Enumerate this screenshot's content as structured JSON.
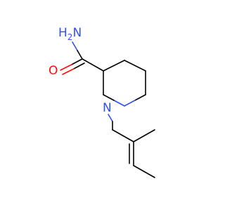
{
  "molecule": {
    "atoms": {
      "amide_nitrogen": {
        "symbol": "N",
        "hydrogens": "H",
        "subscript": "2"
      },
      "carbonyl_oxygen": {
        "symbol": "O"
      },
      "ring_nitrogen": {
        "symbol": "N"
      }
    }
  },
  "colors": {
    "carbon_bond": "#000000",
    "nitrogen": "#3050F8",
    "oxygen": "#FF0D0D",
    "background": "#FFFFFF"
  }
}
